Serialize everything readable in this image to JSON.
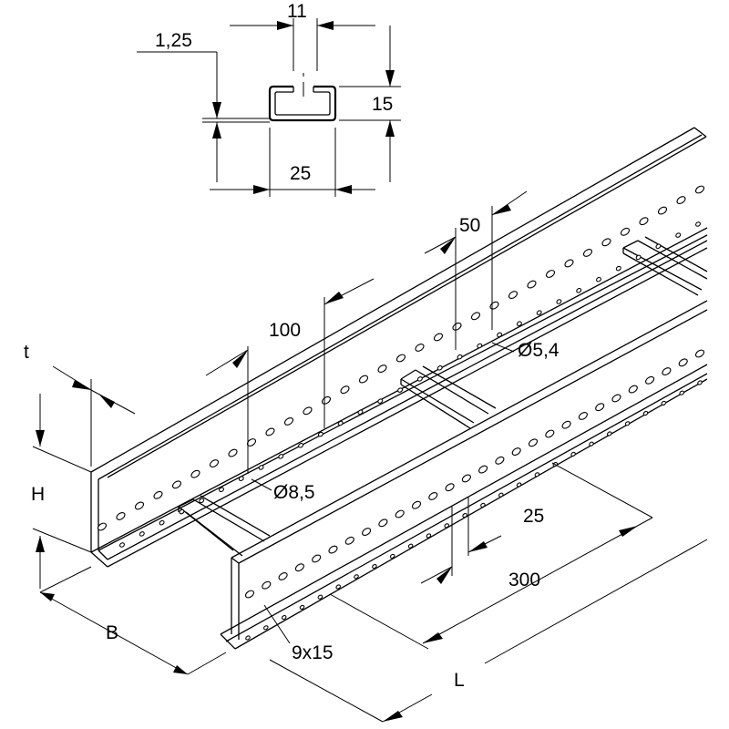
{
  "drawing": {
    "profile": {
      "width_top": "11",
      "thickness": "1,25",
      "height": "15",
      "width": "25"
    },
    "tray": {
      "side_thickness": "t",
      "side_height": "H",
      "tray_width": "B",
      "length": "L",
      "hole_spacing_large": "100",
      "hole_spacing_small": "50",
      "hole_diameter_small": "Ø5,4",
      "hole_diameter_large": "Ø8,5",
      "rung_width": "25",
      "rung_spacing": "300",
      "slot_size": "9x15"
    }
  }
}
